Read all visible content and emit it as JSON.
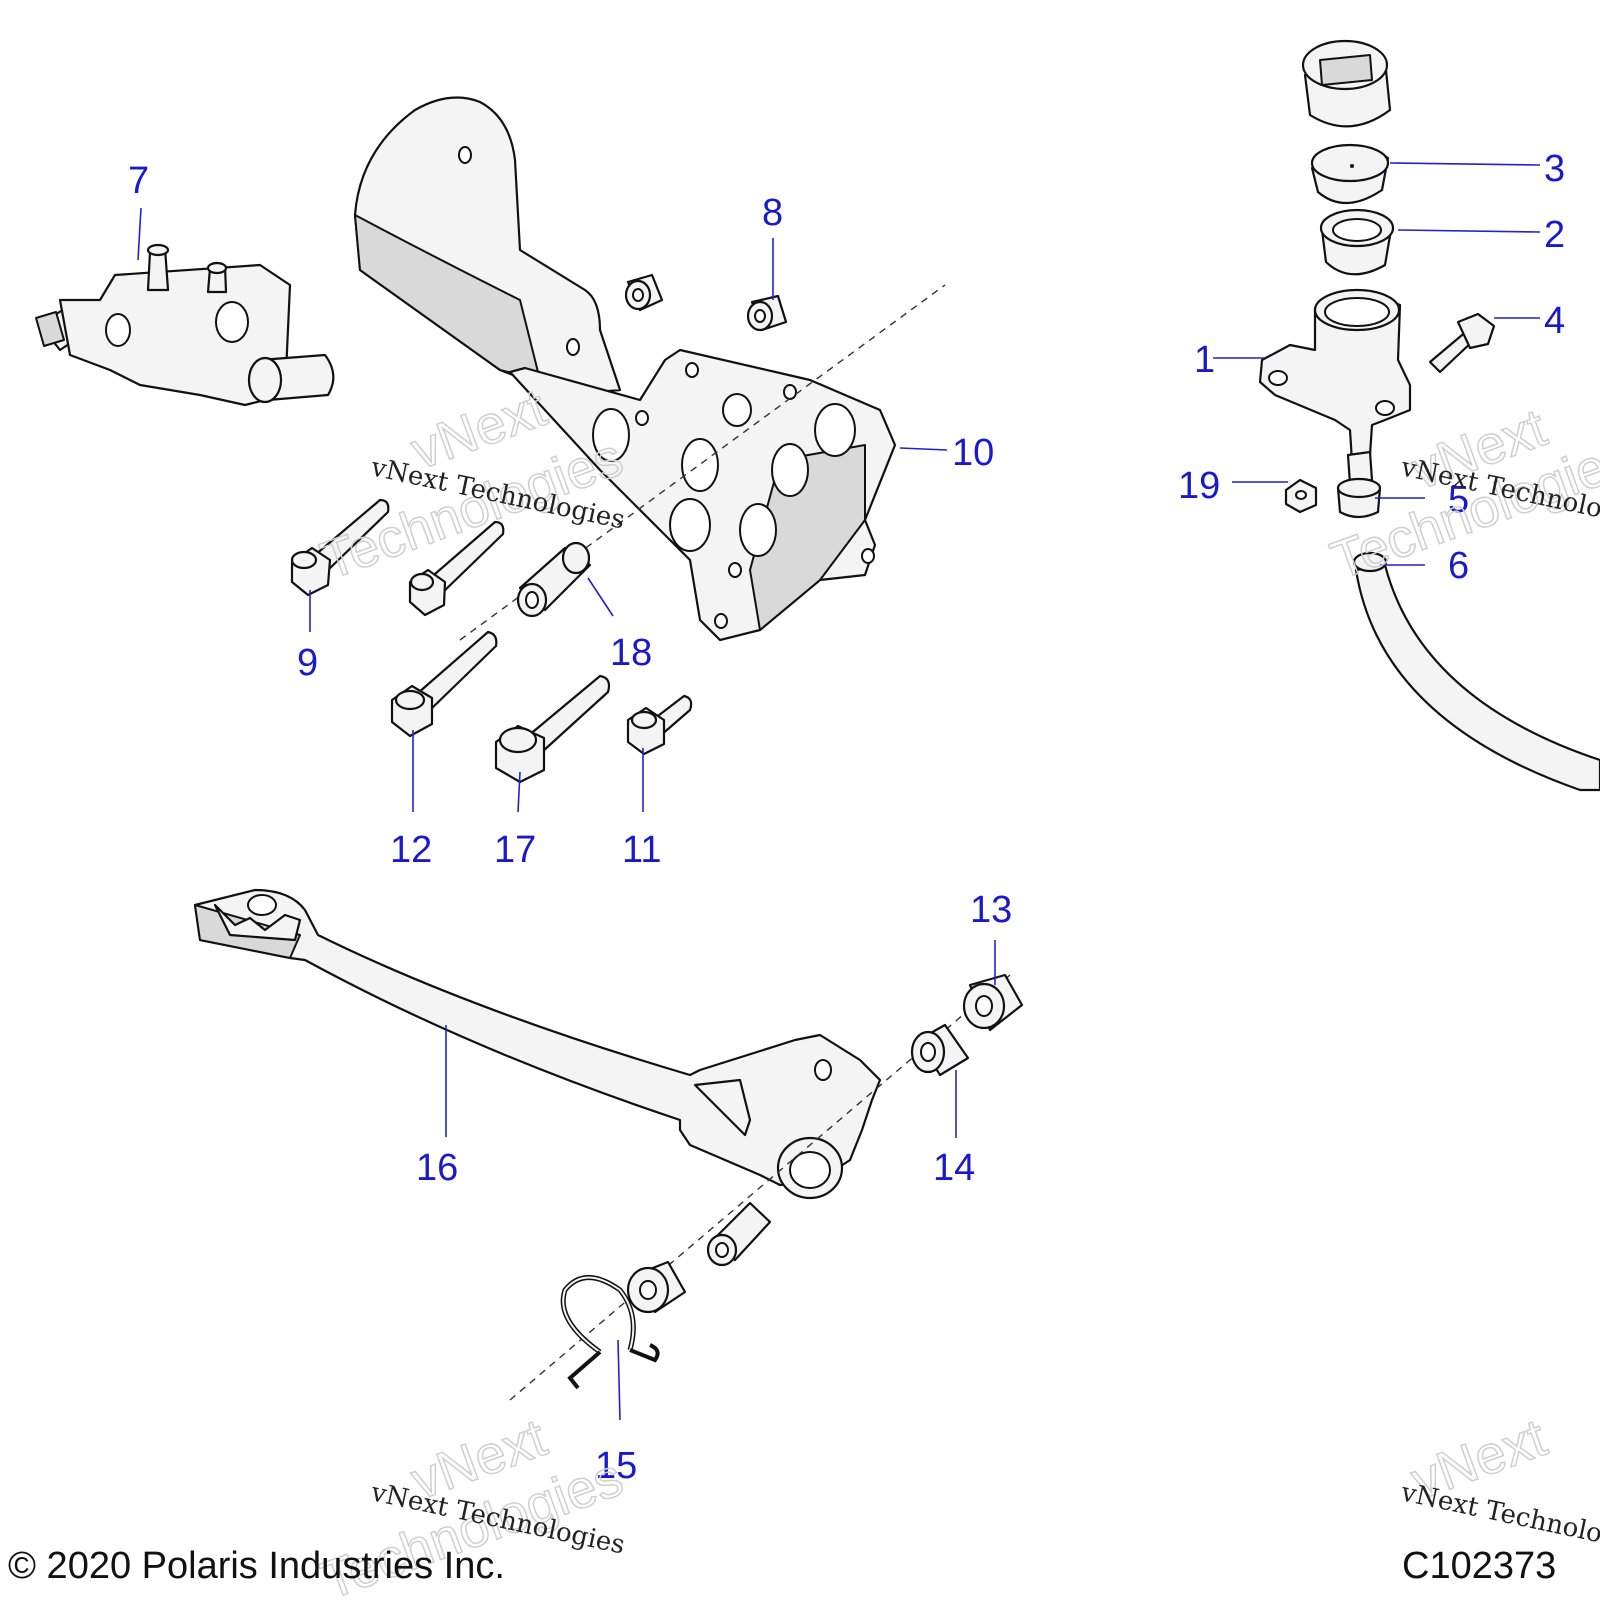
{
  "diagram": {
    "callouts": [
      {
        "id": "1",
        "label": "1"
      },
      {
        "id": "2",
        "label": "2"
      },
      {
        "id": "3",
        "label": "3"
      },
      {
        "id": "4",
        "label": "4"
      },
      {
        "id": "5",
        "label": "5"
      },
      {
        "id": "6",
        "label": "6"
      },
      {
        "id": "7",
        "label": "7"
      },
      {
        "id": "8",
        "label": "8"
      },
      {
        "id": "9",
        "label": "9"
      },
      {
        "id": "10",
        "label": "10"
      },
      {
        "id": "11",
        "label": "11"
      },
      {
        "id": "12",
        "label": "12"
      },
      {
        "id": "13",
        "label": "13"
      },
      {
        "id": "14",
        "label": "14"
      },
      {
        "id": "15",
        "label": "15"
      },
      {
        "id": "16",
        "label": "16"
      },
      {
        "id": "17",
        "label": "17"
      },
      {
        "id": "18",
        "label": "18"
      },
      {
        "id": "19",
        "label": "19"
      }
    ],
    "colors": {
      "callout": "#1a1acc",
      "line": "#111111",
      "part_fill": "#f4f4f4",
      "shade": "#d9d9d9"
    }
  },
  "watermark": {
    "text_serif": "vNext Technologies",
    "text_big_1": "vNext",
    "text_big_2": "Technologies"
  },
  "footer": {
    "copyright": "© 2020 Polaris Industries Inc.",
    "drawing_code": "C102373"
  }
}
